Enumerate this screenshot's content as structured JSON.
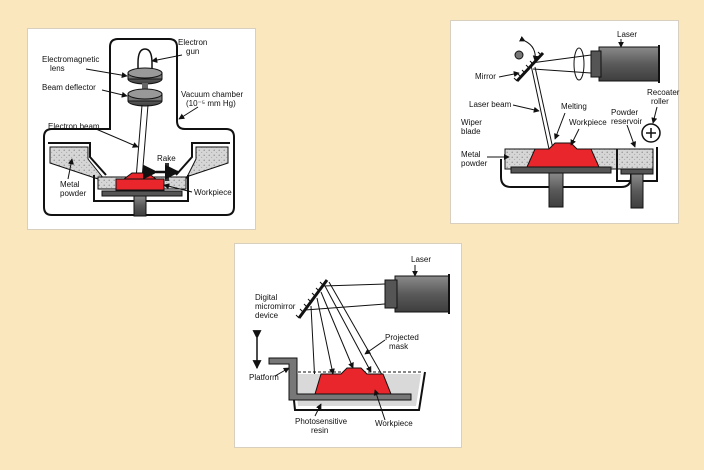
{
  "colors": {
    "background": "#fbe7bd",
    "workpiece": "#e8262b",
    "metal": "#6b6b6b",
    "powder": "#d6d6d6",
    "resin_fill": "#d9d9d9"
  },
  "ebm": {
    "electron_gun": [
      "Electron",
      "gun"
    ],
    "electromagnetic_lens": [
      "Electromagnetic",
      "lens"
    ],
    "beam_deflector": "Beam deflector",
    "vacuum_chamber": [
      "Vacuum chamber",
      "(10⁻⁵ mm Hg)"
    ],
    "electron_beam": "Electron beam",
    "rake": "Rake",
    "metal_powder": [
      "Metal",
      "powder"
    ],
    "workpiece": "Workpiece"
  },
  "slm": {
    "laser": "Laser",
    "mirror": "Mirror",
    "recoater_roller": [
      "Recoater",
      "roller"
    ],
    "laser_beam": "Laser beam",
    "melting": "Melting",
    "powder_reservoir": [
      "Powder",
      "reservoir"
    ],
    "wiper_blade": [
      "Wiper",
      "blade"
    ],
    "workpiece": "Workpiece",
    "metal_powder": [
      "Metal",
      "powder"
    ]
  },
  "dlp": {
    "laser": "Laser",
    "digital_micromirror_device": [
      "Digital",
      "micromirror",
      "device"
    ],
    "projected_mask": [
      "Projected",
      "mask"
    ],
    "platform": "Platform",
    "photosensitive_resin": [
      "Photosensitive",
      "resin"
    ],
    "workpiece": "Workpiece"
  }
}
